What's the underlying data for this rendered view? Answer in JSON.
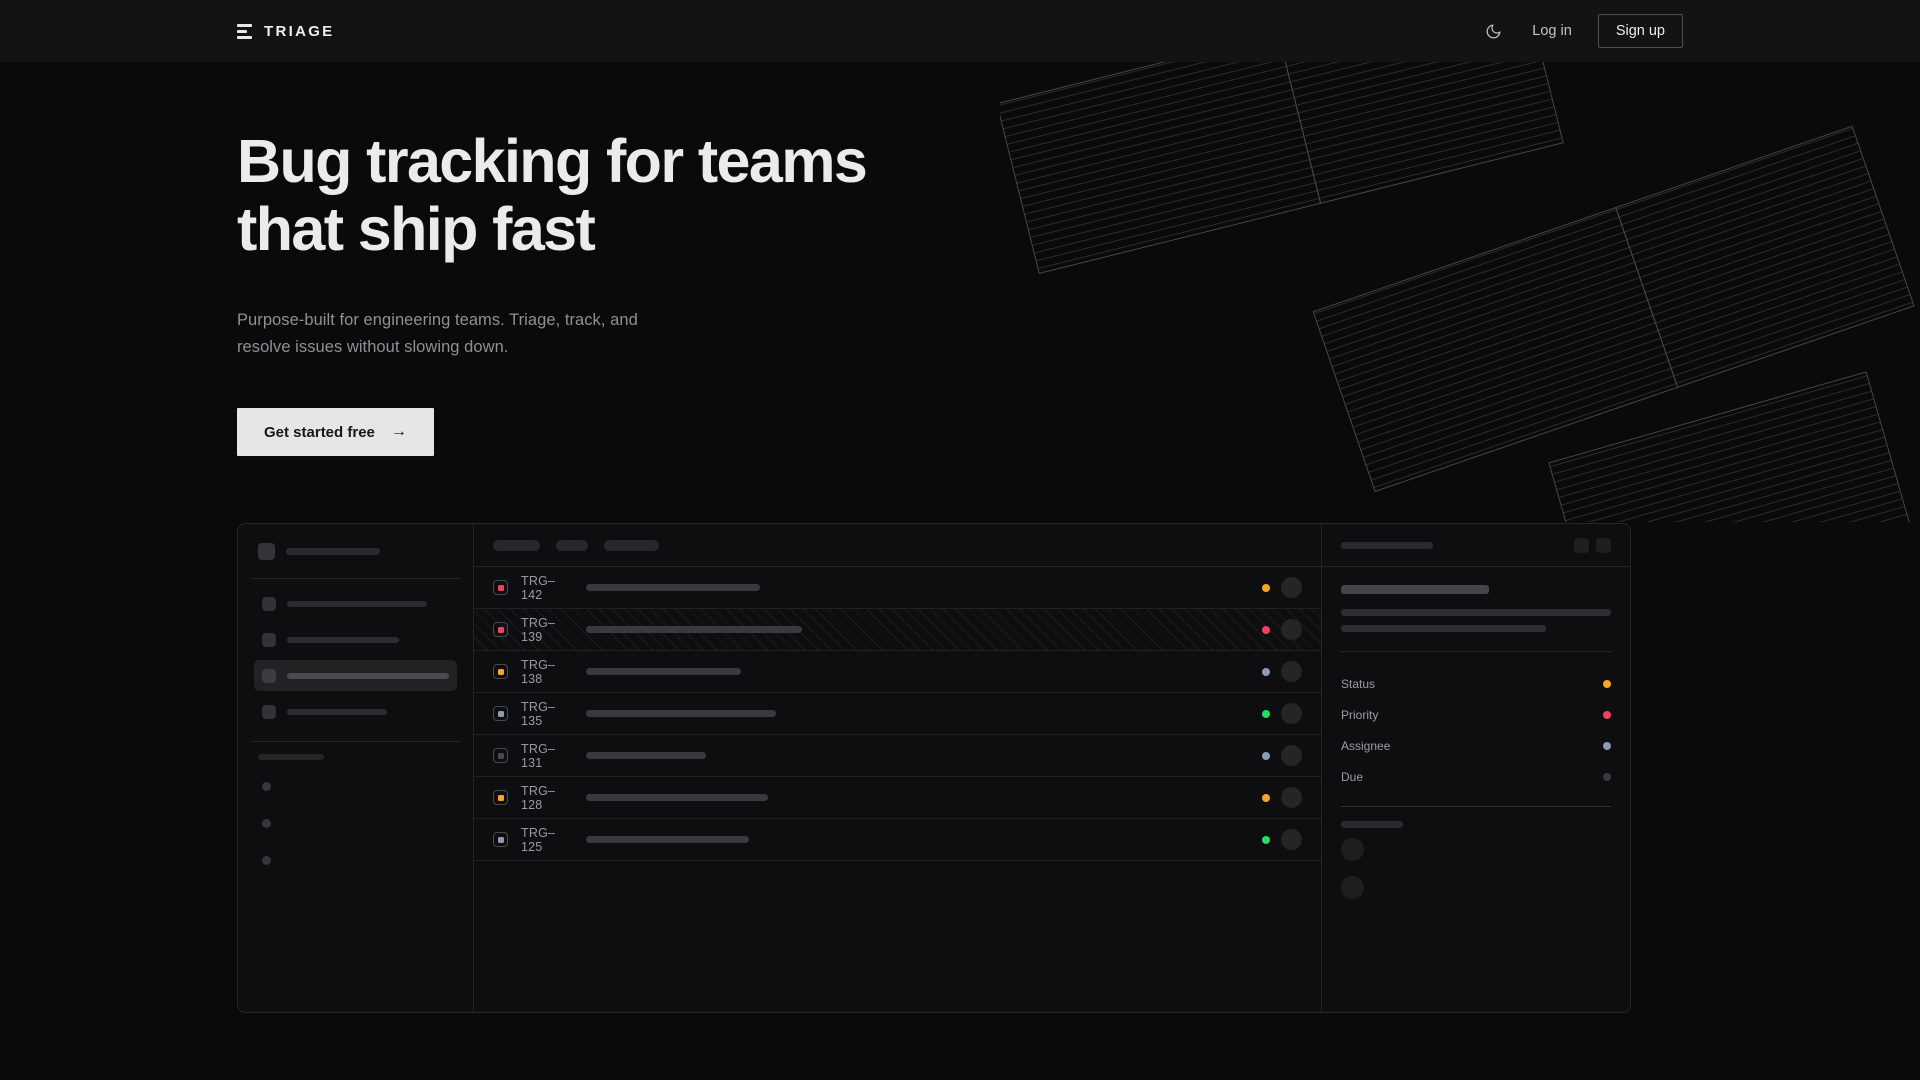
{
  "brand": {
    "name": "TRIAGE",
    "mark_icon": "triage-bars-icon"
  },
  "nav": {
    "theme_toggle_icon": "moon-icon",
    "login_label": "Log in",
    "signup_label": "Sign up"
  },
  "hero": {
    "title": "Bug tracking for teams\nthat ship fast",
    "subtitle": "Purpose-built for engineering teams. Triage, track, and\nresolve issues without slowing down.",
    "cta_label": "Get started free",
    "cta_arrow": "→"
  },
  "app_mockup": {
    "sidebar": {
      "logo_placeholder_width": 94,
      "nav_items": [
        {
          "label_width": 140,
          "active": false
        },
        {
          "label_width": 112,
          "active": false
        },
        {
          "label_width": 170,
          "active": true
        },
        {
          "label_width": 100,
          "active": false
        }
      ],
      "section_label_width": 66,
      "dot_items": 3
    },
    "list": {
      "filter_chips": [
        47,
        32,
        55
      ],
      "rows": [
        {
          "id": "TRG–142",
          "priority_color": "#f43f5e",
          "title_width": 174,
          "status_color": "#f5a623",
          "selected": false
        },
        {
          "id": "TRG–139",
          "priority_color": "#f43f5e",
          "title_width": 216,
          "status_color": "#f43f5e",
          "selected": true
        },
        {
          "id": "TRG–138",
          "priority_color": "#f5a623",
          "title_width": 155,
          "status_color": "#8b9bb4",
          "selected": false
        },
        {
          "id": "TRG–135",
          "priority_color": "#8b9bb4",
          "title_width": 190,
          "status_color": "#22dd66",
          "selected": false
        },
        {
          "id": "TRG–131",
          "priority_color": "#4a4a50",
          "title_width": 120,
          "status_color": "#8b9bb4",
          "selected": false
        },
        {
          "id": "TRG–128",
          "priority_color": "#f5a623",
          "title_width": 182,
          "status_color": "#f5a623",
          "selected": false
        },
        {
          "id": "TRG–125",
          "priority_color": "#8b9bb4",
          "title_width": 163,
          "status_color": "#22dd66",
          "selected": false
        }
      ]
    },
    "detail": {
      "header_title_width": 92,
      "header_buttons": 2,
      "title_width": 148,
      "desc_line_widths": [
        270,
        205
      ],
      "fields": [
        {
          "label": "Status",
          "color": "#f5a623"
        },
        {
          "label": "Priority",
          "color": "#f43f5e"
        },
        {
          "label": "Assignee",
          "color": "#8b9bb4"
        },
        {
          "label": "Due",
          "color": "#3a3a3e"
        }
      ],
      "footer_label_width": 62,
      "footer_avatars": 2
    }
  },
  "colors": {
    "background": "#0a0a0b",
    "nav_background": "#131314",
    "panel": "#0e0e10",
    "border": "#262629",
    "text_primary": "#ebebee",
    "text_muted": "#8f8f97",
    "cta_background": "#e6e6e8",
    "accent_amber": "#f5a623",
    "accent_pink": "#f43f5e",
    "accent_green": "#22dd66",
    "accent_slate": "#8b9bb4"
  }
}
